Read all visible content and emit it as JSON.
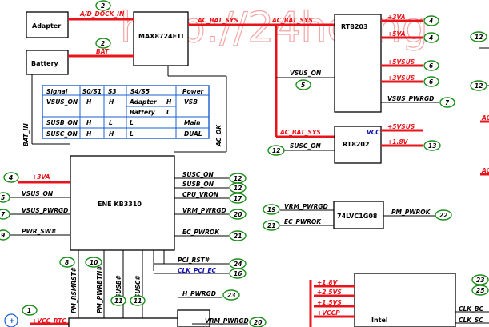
{
  "watermark": "http://24hcong",
  "blocks": {
    "adapter": "Adapter",
    "battery": "Battery",
    "max": "MAX8724ETI",
    "rt8203": "RT8203",
    "rt8202": "RT8202",
    "ene": "ENE KB3310",
    "lvc": "74LVC1G08",
    "intel": "Intel"
  },
  "nets": {
    "ad_dock_in": "A/D_DOCK_IN",
    "bat": "BAT",
    "ac_bat_sys": "AC_BAT_SYS",
    "vsus_on": "VSUS_ON",
    "vsus_pwrgd": "VSUS_PWRGD",
    "susc_on": "SUSC_ON",
    "susb_on": "SUSB_ON",
    "cpu_vron": "CPU_VRON",
    "vrm_pwrgd": "VRM_PWRGD",
    "ec_pwrok": "EC_PWROK",
    "pwr_sw": "PWR_SW#",
    "pm_rsmrst": "PM_RSMRST#",
    "pm_pwrbtn": "PM_PWRBTN#",
    "susb": "SUSB#",
    "susc": "SUSC#",
    "pci_rst": "PCI_RST#",
    "clk_pci_ec": "CLK_PCI_EC",
    "h_pwrgd": "H_PWRGD",
    "pm_pwrok": "PM_PWROK",
    "bat_in": "BAT_IN",
    "ac_ok": "AC_OK",
    "vcc": "VCC",
    "p3va": "+3VA",
    "p5va": "+5VA",
    "p5vsus": "+5VSUS",
    "p3vsus": "+3VSUS",
    "p1v8": "+1.8V",
    "p2v5s": "+2.5VS",
    "p1v5s": "+1.5VS",
    "pvccp": "+VCCP",
    "pvcc_rtc": "+VCC_RTC",
    "clk_bc": "CLK_BC",
    "clk_sc": "CLK_SC",
    "ac_edge": "AC"
  },
  "table": {
    "headers": [
      "Signal",
      "S0/S1",
      "S3",
      "S4/S5",
      "Power"
    ],
    "rows": [
      [
        "VSUS_ON",
        "H",
        "H",
        "Adapter",
        "H",
        "VSB"
      ],
      [
        "",
        "",
        "",
        "Battery",
        "L",
        ""
      ],
      [
        "SUSB_ON",
        "H",
        "L",
        "L",
        "",
        "Main"
      ],
      [
        "SUSC_ON",
        "H",
        "H",
        "L",
        "",
        "DUAL"
      ]
    ]
  },
  "markers": {
    "m_adapter_top": "2",
    "m_bat": "2",
    "m_3va": "4",
    "m_5va": "4",
    "m_5vsus": "6",
    "m_3vsus": "6",
    "m_vsus_pwrgd_r": "7",
    "m_vsus_on_mid": "5",
    "m_susc_on_rt": "12",
    "m_1v8": "13",
    "m_ene_3va": "4",
    "m_ene_vsus_on": "5",
    "m_ene_vsus_pwrgd": "7",
    "m_pwr_sw": "9",
    "m_susc_on": "12",
    "m_susb_on": "12",
    "m_cpu_vron": "17",
    "m_vrm_pwrgd_e": "20",
    "m_ec_pwrok": "21",
    "m_pci_rst": "24",
    "m_clk_pci": "16",
    "m_rsmrst": "8",
    "m_pwrbtn": "10",
    "m_susb": "11",
    "m_susc": "11",
    "m_h_pwrgd": "23",
    "m_vrm_bottom": "20",
    "m_vrm_lvc": "19",
    "m_ec_lvc": "21",
    "m_pm_pwrok": "22",
    "m_rtc": "1",
    "m_edge_top": "12",
    "m_edge_mid": "12",
    "m_edge_b1": "23",
    "m_edge_b2": "25"
  },
  "colors": {
    "power_rail": "#e8141b",
    "marker_outline": "#1b8f1b",
    "table_outline": "#1a5fd0",
    "clock_net": "#1010b0"
  }
}
